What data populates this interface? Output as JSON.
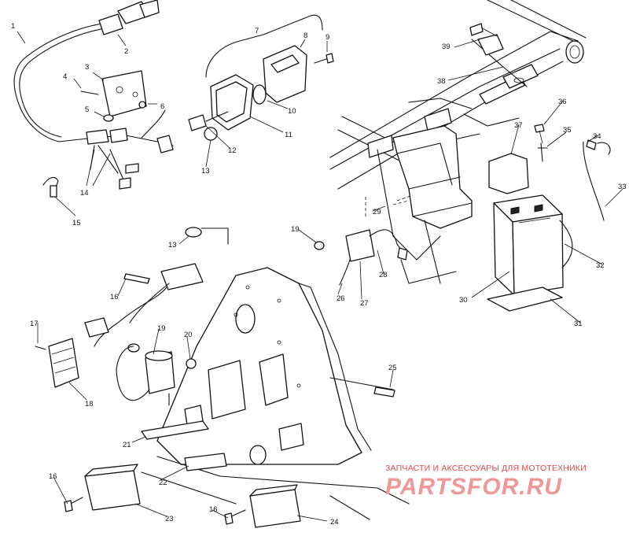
{
  "callouts": [
    "1",
    "2",
    "3",
    "4",
    "5",
    "6",
    "7",
    "8",
    "9",
    "10",
    "11",
    "12",
    "13",
    "14",
    "15",
    "13",
    "16",
    "17",
    "18",
    "19",
    "20",
    "21",
    "22",
    "23",
    "16",
    "24",
    "16",
    "25",
    "19",
    "26",
    "27",
    "28",
    "29",
    "30",
    "31",
    "32",
    "33",
    "34",
    "35",
    "36",
    "37",
    "38",
    "39"
  ],
  "watermark": {
    "subtitle": "ЗАПЧАСТИ И АКСЕССУАРЫ ДЛЯ МОТОТЕХНИКИ",
    "brand": "PARTSFOR.RU"
  }
}
